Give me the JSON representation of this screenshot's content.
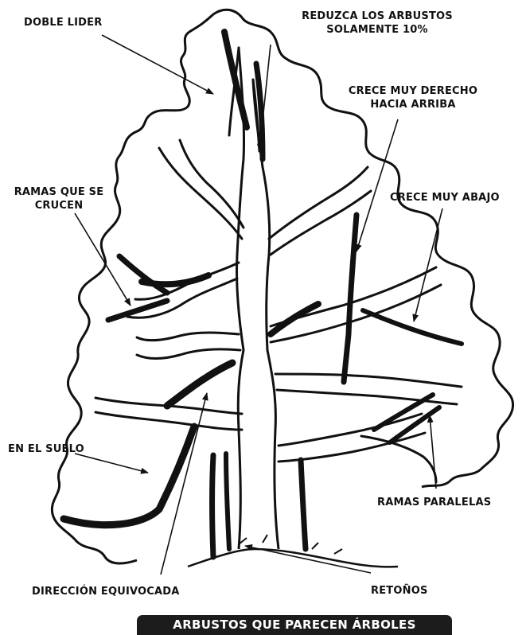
{
  "labels": {
    "doble_lider": "DOBLE LIDER",
    "reduzca_line1": "REDUZCA LOS ARBUSTOS",
    "reduzca_line2": "SOLAMENTE 10%",
    "derecho_line1": "CRECE MUY DERECHO",
    "derecho_line2": "HACIA ARRIBA",
    "ramas_cruce_line1": "RAMAS QUE SE",
    "ramas_cruce_line2": "CRUCEN",
    "muy_abajo": "CRECE MUY ABAJO",
    "en_el_suelo": "EN EL SUELO",
    "ramas_paralelas": "RAMAS PARALELAS",
    "direccion": "DIRECCIÓN EQUIVOCADA",
    "retonos": "RETOÑOS"
  },
  "caption": "ARBUSTOS QUE PARECEN ÁRBOLES",
  "colors": {
    "ink": "#111111",
    "caption_bg": "#1c1c1c",
    "caption_text": "#ffffff"
  }
}
